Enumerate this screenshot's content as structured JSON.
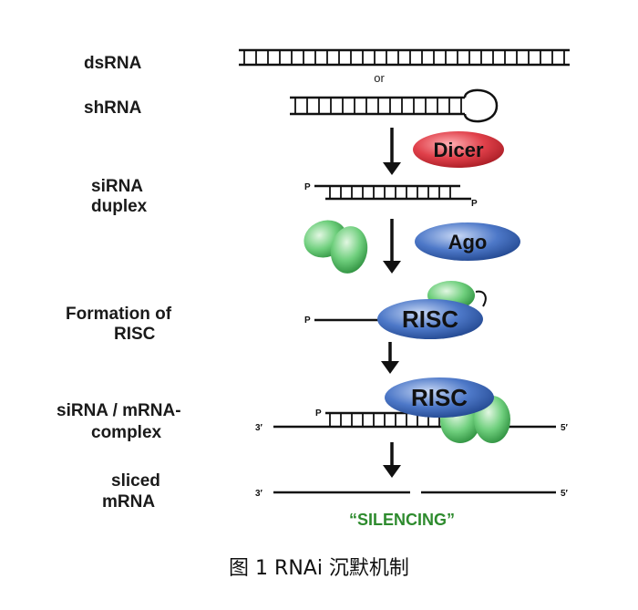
{
  "labels": {
    "dsrna": "dsRNA",
    "or": "or",
    "shrna": "shRNA",
    "sirna_line1": "siRNA",
    "sirna_line2": "duplex",
    "risc_line1": "Formation of",
    "risc_line2": "RISC",
    "complex_line1": "siRNA / mRNA-",
    "complex_line2": "complex",
    "sliced_line1": "sliced",
    "sliced_line2": "mRNA"
  },
  "enzymes": {
    "dicer": "Dicer",
    "ago": "Ago",
    "risc": "RISC"
  },
  "markers": {
    "phosphate": "P",
    "three_prime": "3′",
    "five_prime": "5′"
  },
  "result": "“SILENCING”",
  "caption": "图 1   RNAi 沉默机制",
  "colors": {
    "dicer": "#d8323c",
    "ago": "#2f5fb3",
    "risc": "#2f5fb3",
    "protein": "#49b860",
    "silencing": "#2e8b2e"
  }
}
